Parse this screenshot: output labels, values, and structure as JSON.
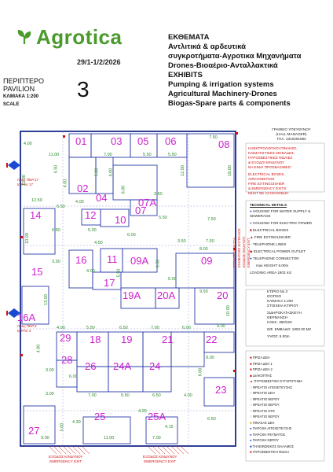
{
  "header": {
    "brand": "Agrotica",
    "date": "29/1-1/2/2026",
    "title_lines": [
      "ΕΚΘΕΜΑΤΑ",
      "Αντλιτικά & αρδευτικά",
      "συγκροτήματα-Αγροτικα Μηχανήματα",
      "Drones-Βιοαέριο-Ανταλλακτικά",
      "EXHIBITS",
      "Pumping & irrigation systems",
      "Agricultural Machinery-Drones",
      "Biogas-Spare parts & components"
    ],
    "pavilion_lines": [
      "ΠΕΡΙΠΤΕΡΟ",
      "PAVILION",
      "ΚΛΙΜΑΚΑ 1:200",
      "SCALE"
    ],
    "pavilion_number": "3"
  },
  "manager": {
    "lines": [
      "ΓΡΑΦΕΙΟ ΥΠΕΥΘΥΝΟΥ",
      "(HALL MANAGER)",
      "ΤΗΛ. 2310291582"
    ]
  },
  "warning": {
    "lines": [
      "ΗΛΕΚΤΡΟΛΟΓΙΚΟΙ ΠΙΝΑΚΕΣ,",
      "ΚΛΙΜΑΤΙΣΤΙΚΕΣ ΜΟΝΑΔΕΣ,",
      "ΠΥΡΟΣΒΕΣΤΙΚΕΣ ΦΩΛΙΕΣ",
      "& ΕΞΟΔΟΙ ΚΙΝΔΥΝΟΥ",
      "ΝΑ ΕΙΝΑΙ ΠΡΟΣΒΑΣΙΜΕΣ!",
      "",
      "ELECTRICAL BOXES,",
      "AIRCONDITION",
      "FIRE EXTINGUISHER",
      "& EMERGENCY EXITS",
      "MUST BE ACCESSIBLE!"
    ]
  },
  "technical": {
    "title": "TECHNICAL DETAILS",
    "items": [
      "HOUSING FOR WATER SUPPLY & SEWERAGE",
      "HOUSING FOR ELECTRIC POWER",
      "ELECTRICAL BOXES",
      "FIRE EXTINGUISHER",
      "TELEPHONE LINES",
      "ELECTRICAL POWER OUTLET",
      "TELEPHONE CONNECTOR",
      "max HEIGHT 6.00m",
      "LOADING AREA 1803 m2"
    ]
  },
  "building_info": {
    "lines": [
      "ΚΤΙΡΙΟ No 3",
      "ΙΣΟΓΕΙΟ",
      "ΚΛΙΜΑΚΑ 1:200",
      "ΣΤΟΙΧΕΙΑ ΚΤΙΡΙΟΥ",
      "ΣΙΔΗΡΟΚΑΤΑΣΚΕΥΗ",
      "ΘΕΡΜΑΝΣΗ",
      "ΗΛΕΚ. 380/220",
      "ΩΦ. ΕΜΒΑΔΟ: 1803.00 M2",
      "ΥΨΟΣ: 6.00m"
    ]
  },
  "legend": {
    "items": [
      "ΠΡΙΖΑ ΔΕΗ",
      "ΠΡΙΖΑ ΔΕΗ 1",
      "ΠΡΙΖΑ ΔΕΗ 2",
      "ΔΙΑΚΟΠΤΗΣ",
      "ΠΥΡΟΣΒΕΣΤΙΚΟ ΣΥΓΚΡΟΤΗΜΑ",
      "ΦΡΕΑΤΙΟ ΑΠΟΧΕΤΕΥΣΗΣ",
      "ΦΡΕΑΤΙΟ ΔΕΗ",
      "ΦΡΕΑΤΙΟ ΝΕΡΟΥ",
      "ΦΡΕΑΤΙΟ ΝΕΡΟΥ",
      "ΦΡΕΑΤΙΟ ΟΤΕ",
      "ΦΡΕΑΤΙΟ ΝΕΡΟΥ",
      "ΠΙΝΑΚΑΣ ΔΕΗ",
      "ΠΑΡΟΧΗ ΑΠΟΧΕΤΕΥΣΗΣ",
      "ΠΑΡΟΧΗ ΡΕΥΜΑΤΟΣ",
      "ΠΑΡΟΧΗ ΝΕΡΟΥ",
      "ΤΗΛΕΦΩΝΙΚΟΣ ΘΑΛΑΜΟΣ",
      "ΠΥΡΟΣΒΕΣΤΙΚΗ ΦΩΛΙΑ"
    ]
  },
  "exits": {
    "top_left": [
      "προς ΠΕΡ.17",
      "to PAV 17"
    ],
    "mid_left": [
      "προς ΠΕΡ.2",
      "to PAV 2"
    ],
    "bottom_left": [
      "ΕΞΟΔΟΣ ΚΙΝΔΥΝΟΥ",
      "EMERGENCY EXIT"
    ],
    "bottom_right": [
      "ΕΞΟΔΟΣ ΚΙΝΔΥΝΟΥ",
      "EMERGENCY EXIT"
    ],
    "right_vertical": [
      "ΕΞΟΔΟΣ ΕΚΘΕΤΩΝ",
      "EXHIBITORS ENTRANCE",
      "ΕΞΟΔΟΣ ΚΙΝΔΥΝΟΥ",
      "EMERGENCY EXIT"
    ]
  },
  "booths": [
    {
      "label": "01"
    },
    {
      "label": "03"
    },
    {
      "label": "05"
    },
    {
      "label": "06"
    },
    {
      "label": "08"
    },
    {
      "label": "02"
    },
    {
      "label": "04"
    },
    {
      "label": "07A"
    },
    {
      "label": "07"
    },
    {
      "label": "14"
    },
    {
      "label": "12"
    },
    {
      "label": "10"
    },
    {
      "label": "16"
    },
    {
      "label": "11"
    },
    {
      "label": "09A"
    },
    {
      "label": "09"
    },
    {
      "label": "15"
    },
    {
      "label": "17"
    },
    {
      "label": "19A"
    },
    {
      "label": "20A"
    },
    {
      "label": "20"
    },
    {
      "label": "16A"
    },
    {
      "label": "29"
    },
    {
      "label": "18"
    },
    {
      "label": "19"
    },
    {
      "label": "21"
    },
    {
      "label": "22"
    },
    {
      "label": "28"
    },
    {
      "label": "26"
    },
    {
      "label": "24A"
    },
    {
      "label": "24"
    },
    {
      "label": "23"
    },
    {
      "label": "27"
    },
    {
      "label": "25"
    },
    {
      "label": "25A"
    }
  ],
  "dimensions": [
    "4.00",
    "11.00",
    "7.00",
    "5.50",
    "5.50",
    "7.50",
    "4.50",
    "18.00",
    "12.00",
    "12.00",
    "5.00",
    "6.00",
    "4.00",
    "4.00",
    "3.50",
    "6.50",
    "4.00",
    "12.50",
    "7.50",
    "5.50",
    "10.00",
    "6.50",
    "3.50",
    "5.00",
    "6.00",
    "3.50",
    "7.50",
    "8.00",
    "13.50",
    "4.50",
    "5.50",
    "6.50",
    "4.00",
    "5.00",
    "9.50",
    "10.00",
    "9.00",
    "4.00",
    "5.50",
    "6.50",
    "7.00",
    "6.00",
    "8.00",
    "4.00",
    "3.00",
    "6.00",
    "3.00",
    "7.00",
    "5.50",
    "6.50",
    "4.00",
    "6.00",
    "9.00",
    "4.30",
    "11.00",
    "4.15",
    "7.00",
    "5.00",
    "6.50",
    "4.00"
  ]
}
